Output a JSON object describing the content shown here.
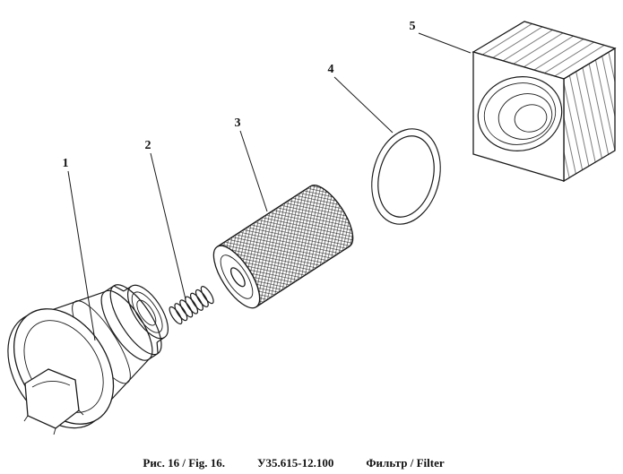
{
  "figure": {
    "caption": {
      "fig_ref": "Рис. 16 / Fig. 16.",
      "part_code": "У35.615-12.100",
      "title": "Фильтр / Filter"
    },
    "callouts": [
      {
        "label": "1"
      },
      {
        "label": "2"
      },
      {
        "label": "3"
      },
      {
        "label": "4"
      },
      {
        "label": "5"
      }
    ]
  },
  "colors": {
    "ink": "#1a1a1a",
    "background": "#ffffff"
  }
}
